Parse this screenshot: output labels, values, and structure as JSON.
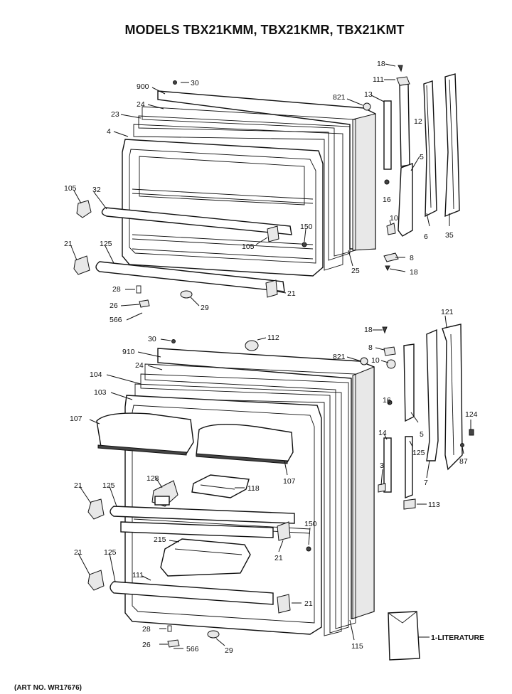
{
  "title": "MODELS TBX21KMM, TBX21KMR, TBX21KMT",
  "art_no": "(ART NO. WR17676)",
  "literature_label": "1-LITERATURE",
  "callouts": {
    "top": {
      "c18a": "18",
      "c111": "111",
      "c900": "900",
      "c30": "30",
      "c821": "821",
      "c13": "13",
      "c12": "12",
      "c24": "24",
      "c23": "23",
      "c4": "4",
      "c5": "5",
      "c16": "16",
      "c105a": "105",
      "c32": "32",
      "c150": "150",
      "c105b": "105",
      "c10": "10",
      "c6": "6",
      "c35": "35",
      "c8": "8",
      "c18b": "18",
      "c25": "25",
      "c21a": "21",
      "c125": "125",
      "c28": "28",
      "c21b": "21",
      "c26": "26",
      "c29": "29",
      "c566": "566"
    },
    "bottom": {
      "c30": "30",
      "c112": "112",
      "c18": "18",
      "c121": "121",
      "c910": "910",
      "c8": "8",
      "c821": "821",
      "c10": "10",
      "c24": "24",
      "c104": "104",
      "c103": "103",
      "c16": "16",
      "c124": "124",
      "c107a": "107",
      "c14": "14",
      "c5": "5",
      "c87": "87",
      "c125a": "125",
      "c3": "3",
      "c7": "7",
      "c128": "128",
      "c118": "118",
      "c107b": "107",
      "c113": "113",
      "c21a": "21",
      "c125b": "125",
      "c150": "150",
      "c215": "215",
      "c21b": "21",
      "c21c": "21",
      "c125c": "125",
      "c111": "111",
      "c21d": "21",
      "c28": "28",
      "c26": "26",
      "c566": "566",
      "c29": "29",
      "c115": "115"
    }
  }
}
